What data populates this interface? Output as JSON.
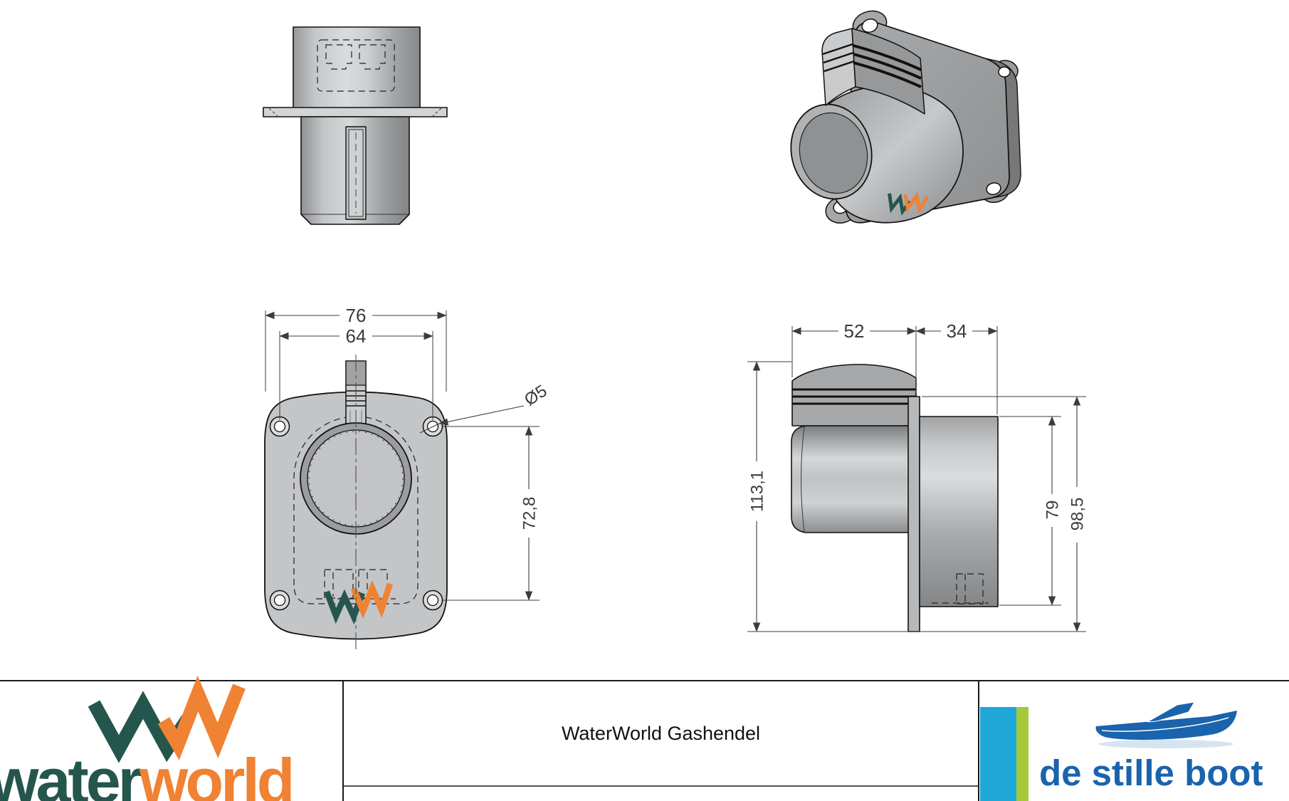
{
  "sheet": {
    "product_title": "WaterWorld Gashendel"
  },
  "dims": {
    "front_width": "76",
    "front_hole_spacing_x": "64",
    "front_hole_dia": "Ø5",
    "front_hole_spacing_y": "72,8",
    "side_knob_depth": "52",
    "side_rear_depth": "34",
    "side_total_height": "113,1",
    "side_rear_height": "79",
    "side_flange_height": "98,5"
  },
  "logos": {
    "waterworld_word_1": "water",
    "waterworld_word_2": "world",
    "de_stille_boot_text": "de stille boot"
  },
  "colors": {
    "ww-teal": "#24564e",
    "ww-orange": "#ef8233",
    "dsb-bar-blue": "#1ea7d7",
    "dsb-bar-green": "#a5c93a",
    "dsb-blue": "#1a63ad"
  }
}
